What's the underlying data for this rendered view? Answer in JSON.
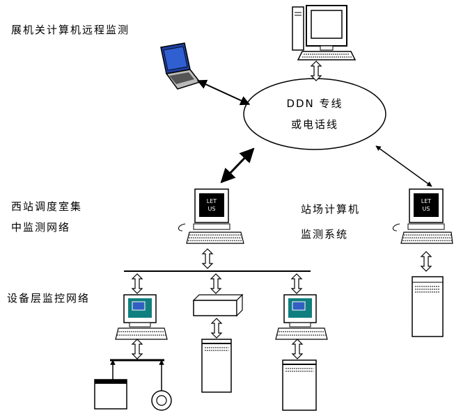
{
  "labels": {
    "remote_monitoring": "展机关计算机远程监测",
    "network_line1": "DDN 专线",
    "network_line2": "或电话线",
    "dispatch_line1": "西站调度室集",
    "dispatch_line2": "中监测网络",
    "station_line1": "站场计算机",
    "station_line2": "监测系统",
    "device_layer": "设备层监控网络"
  },
  "screen_text": {
    "line1": "LET",
    "line2": "US"
  },
  "colors": {
    "line": "#000000",
    "laptop_screen": "#1f3fa0",
    "monitor_teal": "#0f7f7f",
    "monitor_blue": "#3060c0"
  }
}
